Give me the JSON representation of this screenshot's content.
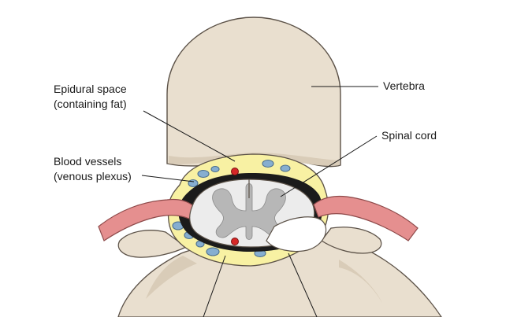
{
  "labels": {
    "epidural_space_line1": "Epidural space",
    "epidural_space_line2": "(containing fat)",
    "blood_vessels_line1": "Blood vessels",
    "blood_vessels_line2": "(venous plexus)",
    "vertebra": "Vertebra",
    "spinal_cord": "Spinal cord"
  },
  "colors": {
    "bone": "#e9dfcf",
    "bone_shadow": "#d9ccb8",
    "bone_outline": "#5c5248",
    "fat": "#f8f1a3",
    "vein": "#86aed0",
    "nerve_root": "#e58f8f",
    "artery": "#d62828",
    "cord_white": "#ececec",
    "cord_grey": "#b7b7b7",
    "csf_dark": "#1b1b1b"
  }
}
